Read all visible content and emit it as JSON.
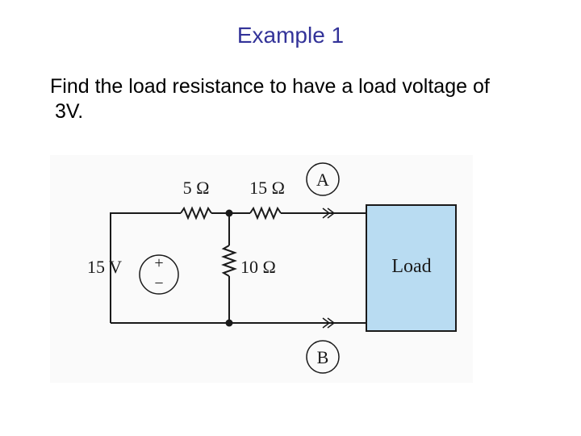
{
  "slide": {
    "title": "Example 1",
    "body_lines": [
      "Find the load resistance to have a load voltage of",
      "3V."
    ]
  },
  "circuit": {
    "labels": {
      "r1": "5 Ω",
      "r2": "15 Ω",
      "r3": "10 Ω",
      "source": "15 V",
      "plus": "+",
      "minus": "−",
      "node_a": "A",
      "node_b": "B",
      "load": "Load"
    },
    "colors": {
      "background": "#fafafa",
      "load_fill": "#b9dcf2",
      "wire": "#1a1a1a",
      "title": "#333399"
    }
  }
}
